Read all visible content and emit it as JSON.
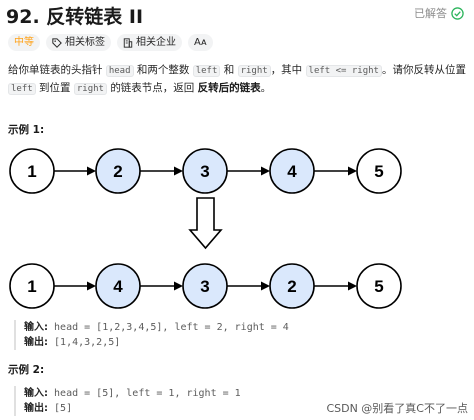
{
  "problem": {
    "title": "92. 反转链表 II",
    "solved_label": "已解答",
    "difficulty": "中等",
    "tags": [
      "相关标签",
      "相关企业",
      "Aᴀ"
    ]
  },
  "description": {
    "p1": "给你单链表的头指针",
    "c_head": "head",
    "p2": "和两个整数",
    "c_left": "left",
    "p3": "和",
    "c_right": "right",
    "p4": "，其中",
    "c_cond": "left <= right",
    "p5": "。请你反转从位置",
    "c_left2": "left",
    "p6": "到位置",
    "c_right2": "right",
    "p7": "的链表节点，返回",
    "bold": "反转后的链表",
    "p8": "。"
  },
  "example1": {
    "title": "示例 1:",
    "list_before": [
      "1",
      "2",
      "3",
      "4",
      "5"
    ],
    "list_after": [
      "1",
      "4",
      "3",
      "2",
      "5"
    ],
    "highlight": [
      false,
      true,
      true,
      true,
      false
    ],
    "input_label": "输入:",
    "input": "head = [1,2,3,4,5], left = 2, right = 4",
    "output_label": "输出:",
    "output": "[1,4,3,2,5]"
  },
  "example2": {
    "title": "示例 2:",
    "input_label": "输入:",
    "input": "head = [5], left = 1, right = 1",
    "output_label": "输出:",
    "output": "[5]"
  },
  "colors": {
    "node_highlight": "#dae8fc",
    "node_plain": "#ffffff",
    "difficulty": "#ffa116"
  },
  "watermark": "CSDN @别看了真C不了一点"
}
